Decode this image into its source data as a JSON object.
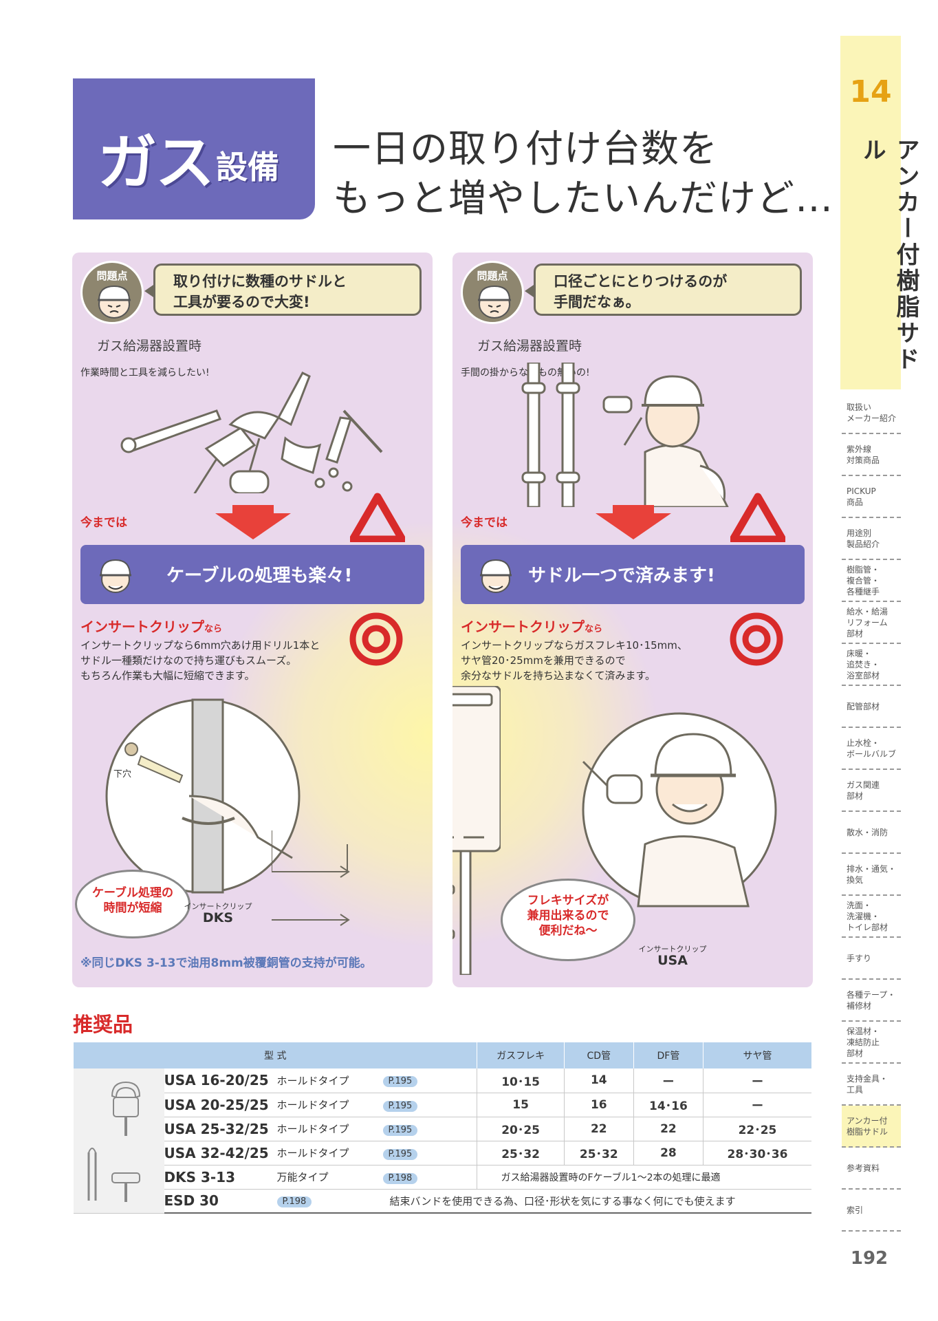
{
  "header": {
    "title_main": "ガス",
    "title_sub": "設備",
    "headline_line1": "一日の取り付け台数を",
    "headline_line2": "もっと増やしたいんだけど…"
  },
  "side": {
    "chapter_number": "14",
    "chapter_title": "アンカー付樹脂サドル",
    "nav": [
      "取扱い\nメーカー紹介",
      "紫外線\n対策商品",
      "PICKUP\n商品",
      "用途別\n製品紹介",
      "樹脂管・\n複合管・\n各種継手",
      "給水・給湯\nリフォーム\n部材",
      "床暖・\n追焚き・\n浴室部材",
      "配管部材",
      "止水栓・\nボールバルブ",
      "ガス関連\n部材",
      "散水・消防",
      "排水・通気・\n換気",
      "洗面・\n洗濯機・\nトイレ部材",
      "手すり",
      "各種テープ・\n補修材",
      "保温材・\n凍結防止\n部材",
      "支持金具・\n工具",
      "アンカー付\n樹脂サドル",
      "参考資料",
      "索引"
    ],
    "page_number": "192"
  },
  "panel_left": {
    "badge_label": "問題点",
    "bubble_line1": "取り付けに数種のサドルと",
    "bubble_line2": "工具が要るので大変!",
    "scene_label": "ガス給湯器設置時",
    "scene_note": "作業時間と工具を減らしたい!",
    "before_label": "今までは",
    "banner_text": "ケーブルの処理も楽々!",
    "clip_title": "インサートクリップ",
    "clip_title_suffix": "なら",
    "clip_desc": "インサートクリップなら6mm穴あけ用ドリル1本と\nサドル一種類だけなので持ち運びもスムーズ。\nもちろん作業も大幅に短縮できます。",
    "hole_label": "下穴",
    "callout_line1": "ケーブル処理の",
    "callout_line2": "時間が短縮",
    "product_caption": "インサートクリップ",
    "product_name": "DKS",
    "footnote": "※同じDKS 3-13で油用8mm被覆銅管の支持が可能。"
  },
  "panel_right": {
    "badge_label": "問題点",
    "bubble_line1": "口径ごとにとりつけるのが",
    "bubble_line2": "手間だなぁ。",
    "scene_label": "ガス給湯器設置時",
    "scene_note": "手間の掛からないもの無いの!",
    "before_label": "今までは",
    "banner_text": "サドル一つで済みます!",
    "clip_title": "インサートクリップ",
    "clip_title_suffix": "なら",
    "clip_desc": "インサートクリップならガスフレキ10･15mm、\nサヤ管20･25mmを兼用できるので\n余分なサドルを持ち込まなくて済みます。",
    "callout_line1": "フレキサイズが",
    "callout_line2": "兼用出来るので",
    "callout_line3": "便利だね～",
    "product_caption": "インサートクリップ",
    "product_name": "USA"
  },
  "table": {
    "section_title": "推奨品",
    "headers": [
      "型 式",
      "ガスフレキ",
      "CD管",
      "DF管",
      "サヤ管"
    ],
    "rows": [
      {
        "model": "USA 16-20/25",
        "type": "ホールドタイプ",
        "page": "P.195",
        "v1": "10･15",
        "v2": "14",
        "v3": "ー",
        "v4": "ー"
      },
      {
        "model": "USA 20-25/25",
        "type": "ホールドタイプ",
        "page": "P.195",
        "v1": "15",
        "v2": "16",
        "v3": "14･16",
        "v4": "ー"
      },
      {
        "model": "USA 25-32/25",
        "type": "ホールドタイプ",
        "page": "P.195",
        "v1": "20･25",
        "v2": "22",
        "v3": "22",
        "v4": "22･25"
      },
      {
        "model": "USA 32-42/25",
        "type": "ホールドタイプ",
        "page": "P.195",
        "v1": "25･32",
        "v2": "25･32",
        "v3": "28",
        "v4": "28･30･36"
      }
    ],
    "dks": {
      "model": "DKS 3-13",
      "type": "万能タイプ",
      "page": "P.198",
      "note": "ガス給湯器設置時のFケーブル1～2本の処理に最適"
    },
    "esd": {
      "model": "ESD 30",
      "page": "P.198",
      "note": "結束バンドを使用できる為、口径･形状を気にする事なく何にでも使えます"
    }
  }
}
